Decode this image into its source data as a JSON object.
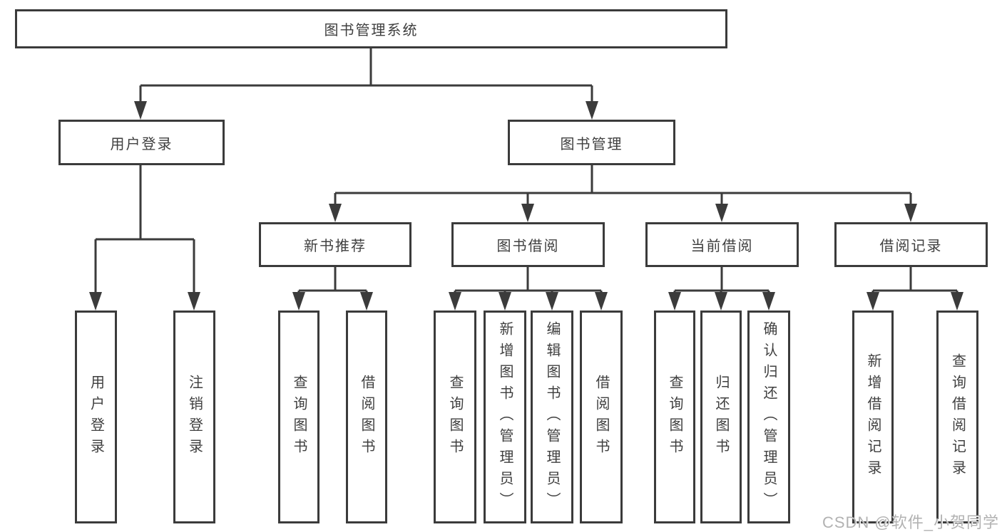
{
  "diagram": {
    "title": "图书管理系统",
    "tree": {
      "label": "图书管理系统",
      "children": [
        {
          "label": "用户登录",
          "children": [
            {
              "label": "用户登录"
            },
            {
              "label": "注销登录"
            }
          ]
        },
        {
          "label": "图书管理",
          "children": [
            {
              "label": "新书推荐",
              "children": [
                {
                  "label": "查询图书"
                },
                {
                  "label": "借阅图书"
                }
              ]
            },
            {
              "label": "图书借阅",
              "children": [
                {
                  "label": "查询图书"
                },
                {
                  "label": "新增图书（管理员）"
                },
                {
                  "label": "编辑图书（管理员）"
                },
                {
                  "label": "借阅图书"
                }
              ]
            },
            {
              "label": "当前借阅",
              "children": [
                {
                  "label": "查询图书"
                },
                {
                  "label": "归还图书"
                },
                {
                  "label": "确认归还（管理员）"
                }
              ]
            },
            {
              "label": "借阅记录",
              "children": [
                {
                  "label": "新增借阅记录"
                },
                {
                  "label": "查询借阅记录"
                }
              ]
            }
          ]
        }
      ]
    }
  },
  "watermark": {
    "text": "CSDN @软件_小贺同学"
  },
  "colors": {
    "line": "#3b3b3b",
    "text": "#3f3f3f",
    "box_fill": "#ffffff",
    "watermark": "#b2b2b2",
    "background": "#ffffff"
  }
}
